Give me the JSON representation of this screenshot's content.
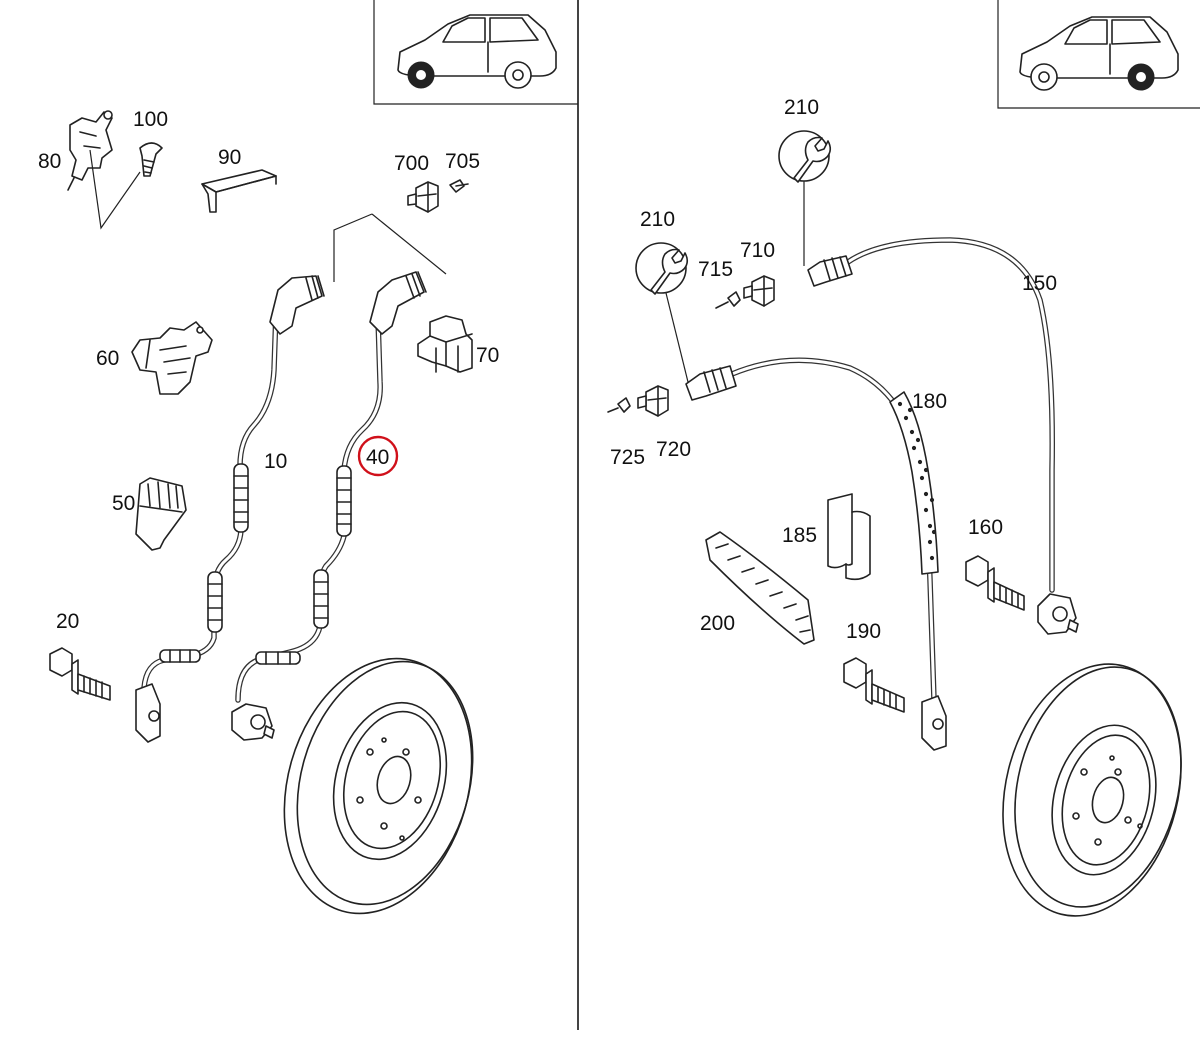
{
  "labels": {
    "p10": "10",
    "p20": "20",
    "p40": "40",
    "p50": "50",
    "p60": "60",
    "p70": "70",
    "p80": "80",
    "p90": "90",
    "p100": "100",
    "p700": "700",
    "p705": "705",
    "p150": "150",
    "p160": "160",
    "p180": "180",
    "p185": "185",
    "p190": "190",
    "p200": "200",
    "p210_top": "210",
    "p210_mid": "210",
    "p710": "710",
    "p715": "715",
    "p720": "720",
    "p725": "725"
  },
  "highlighted_part": "40",
  "colors": {
    "highlight": "#d0101a",
    "line": "#222222",
    "background": "#ffffff"
  },
  "icons": {
    "vehicle_front_axle": "suv-front-wheel-icon",
    "vehicle_rear_axle": "suv-rear-wheel-icon",
    "tool": "wrench-icon"
  }
}
